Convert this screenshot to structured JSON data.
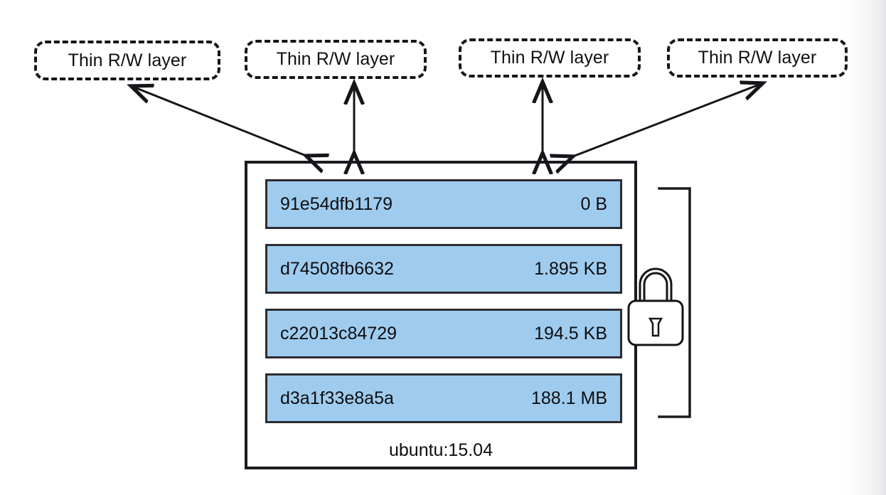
{
  "diagram": {
    "title": "Docker container writable layer over read-only image layers",
    "accent_color": "#9fccee",
    "stroke_color": "#15151a",
    "background_color": "#ffffff"
  },
  "rw_layers": [
    {
      "label": "Thin R/W layer",
      "arrow": "diagonal-left-double"
    },
    {
      "label": "Thin R/W layer",
      "arrow": "vertical-double"
    },
    {
      "label": "Thin R/W layer",
      "arrow": "vertical-double"
    },
    {
      "label": "Thin R/W layer",
      "arrow": "diagonal-right-double"
    }
  ],
  "container": {
    "image_name": "ubuntu:15.04",
    "layers": [
      {
        "id": "91e54dfb1179",
        "size": "0 B"
      },
      {
        "id": "d74508fb6632",
        "size": "1.895 KB"
      },
      {
        "id": "c22013c84729",
        "size": "194.5 KB"
      },
      {
        "id": "d3a1f33e8a5a",
        "size": "188.1 MB"
      }
    ]
  },
  "annotation": {
    "lock_icon": "padlock-icon",
    "bracket": "read-only-bracket"
  }
}
